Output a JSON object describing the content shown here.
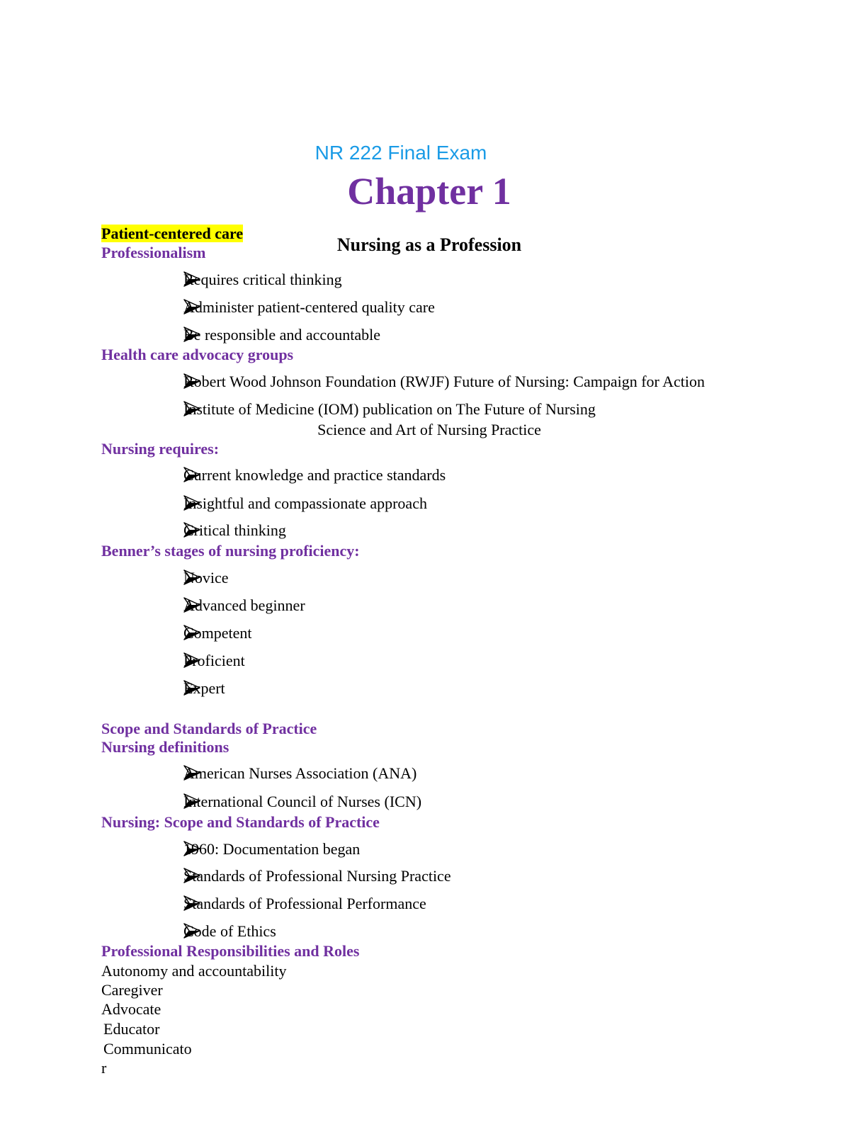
{
  "header": {
    "exam_title": "NR 222 Final Exam",
    "chapter": "Chapter 1",
    "section_title": "Nursing as a Profession",
    "highlight": "Patient-centered care"
  },
  "colors": {
    "title_blue": "#1a9be6",
    "heading_purple": "#7030a0",
    "highlight": "#ffff00"
  },
  "sections": [
    {
      "heading": "Professionalism",
      "items": [
        "Requires critical thinking",
        "Administer patient-centered quality care",
        "Be responsible and accountable"
      ]
    },
    {
      "heading": "Health care advocacy groups",
      "items": [
        "Robert Wood Johnson Foundation (RWJF) Future of Nursing: Campaign for Action",
        "Institute of Medicine (IOM) publication on The Future of Nursing"
      ]
    },
    {
      "subtitle": "Science and Art of Nursing Practice"
    },
    {
      "heading": "Nursing requires:",
      "items": [
        "Current knowledge and practice standards",
        "Insightful and compassionate approach",
        "Critical thinking"
      ]
    },
    {
      "heading": "Benner’s stages of nursing proficiency:",
      "items": [
        "Novice",
        "Advanced beginner",
        "Competent",
        "Proficient",
        "Expert"
      ]
    },
    {
      "heading": "Scope and Standards of Practice"
    },
    {
      "heading": "Nursing definitions",
      "items": [
        "American Nurses Association (ANA)",
        "International Council of Nurses (ICN)"
      ]
    },
    {
      "heading": "Nursing: Scope and Standards of Practice",
      "items": [
        "1960: Documentation began",
        "Standards of Professional Nursing Practice",
        "Standards of Professional Performance",
        "Code of Ethics"
      ]
    },
    {
      "heading": "Professional Responsibilities and Roles",
      "lines": [
        "Autonomy and accountability",
        "Caregiver",
        "Advocate",
        "Educator",
        "Communicato",
        "r"
      ]
    }
  ],
  "bullet_icon": "arrow-bullet-icon"
}
